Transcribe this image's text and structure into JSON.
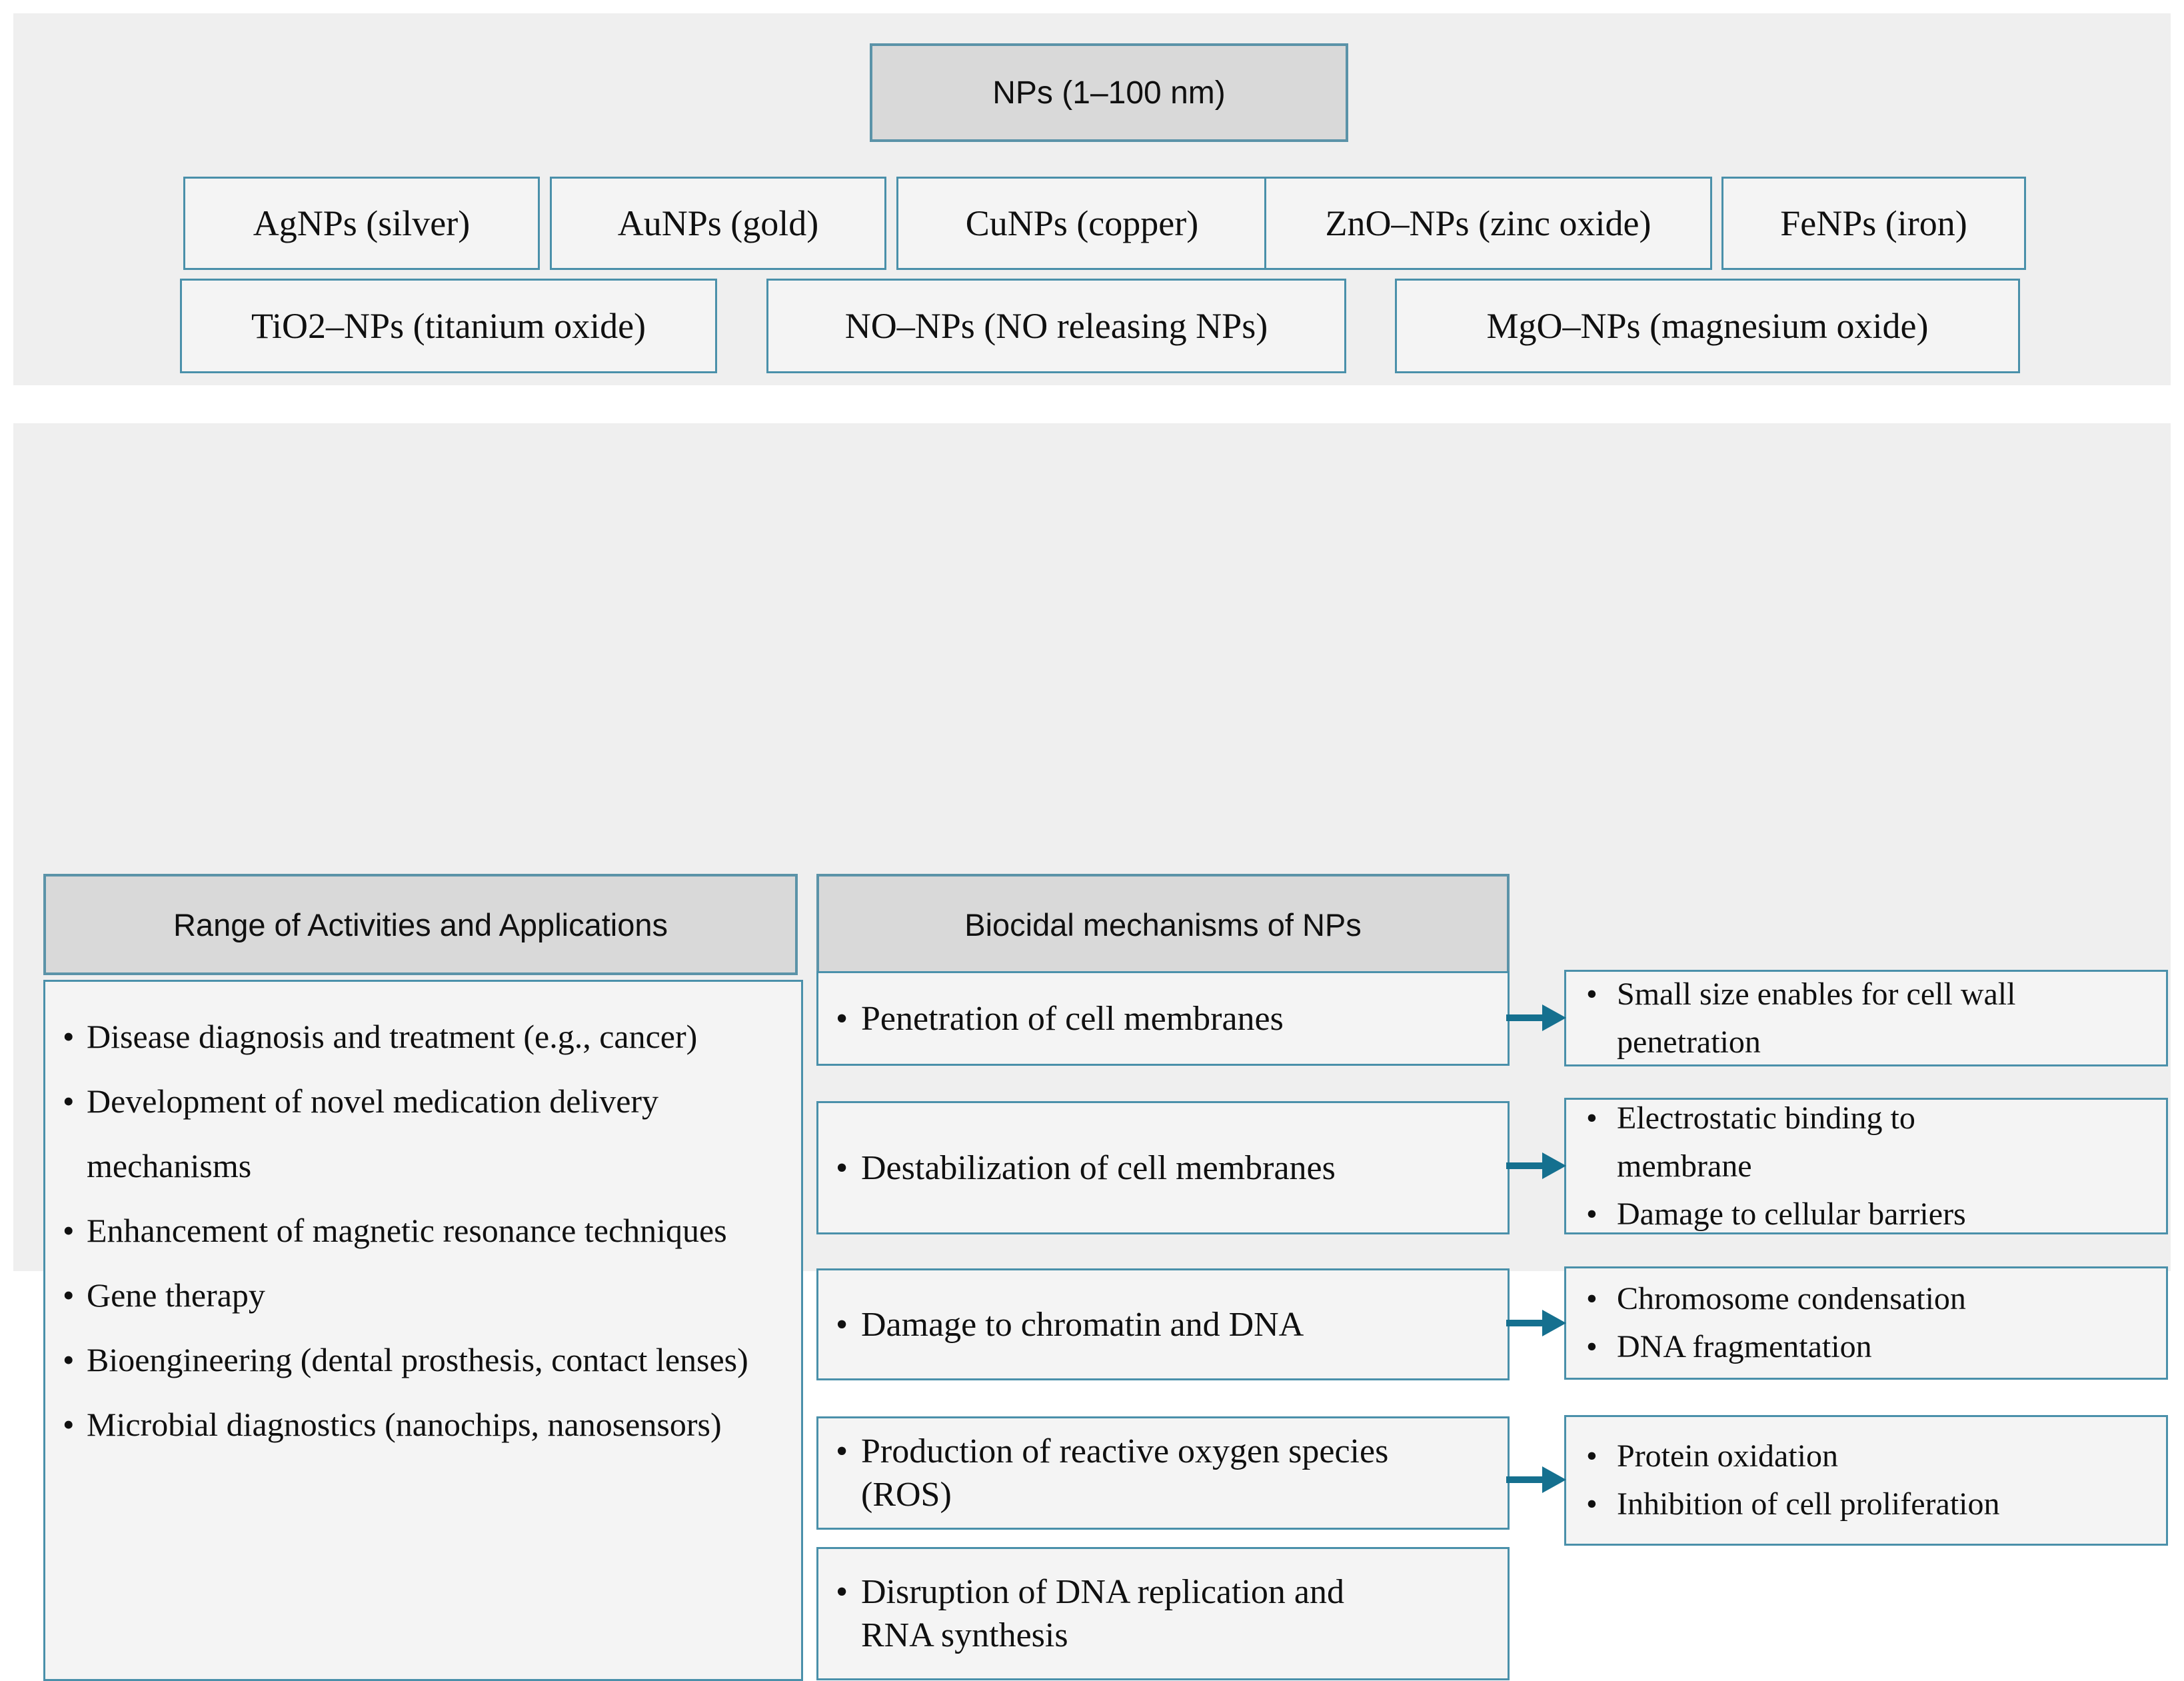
{
  "bullet": "•",
  "colors": {
    "accent_border": "#4a90aa",
    "header_border": "#5b93a8",
    "arrow": "#15708f",
    "header_fill": "#d9d9d9",
    "box_fill": "#f4f4f4",
    "panel_bg": "#efefef",
    "text": "#101010"
  },
  "top": {
    "title": "NPs (1–100 nm)",
    "row1": [
      "AgNPs (silver)",
      "AuNPs (gold)",
      "CuNPs (copper)",
      "ZnO–NPs (zinc oxide)",
      "FeNPs (iron)"
    ],
    "row2": [
      "TiO2–NPs (titanium oxide)",
      "NO–NPs (NO releasing NPs)",
      "MgO–NPs (magnesium oxide)"
    ]
  },
  "activities": {
    "header": "Range of Activities and Applications",
    "items": [
      "Disease diagnosis and treatment (e.g., cancer)",
      "Development of novel medication delivery mechanisms",
      "Enhancement of magnetic resonance techniques",
      "Gene therapy",
      "Bioengineering (dental prosthesis, contact lenses)",
      "Microbial diagnostics (nanochips, nanosensors)"
    ]
  },
  "mechanisms": {
    "header": "Biocidal mechanisms of NPs",
    "items": [
      "Penetration of cell membranes",
      "Destabilization of cell membranes",
      "Damage to chromatin and DNA",
      "Production of reactive oxygen species (ROS)",
      "Disruption of DNA replication and RNA synthesis"
    ]
  },
  "effects": {
    "boxes": [
      {
        "bullets": [
          "Small size enables for cell wall penetration"
        ]
      },
      {
        "bullets": [
          "Electrostatic binding to membrane",
          "Damage to cellular barriers"
        ]
      },
      {
        "bullets": [
          "Chromosome condensation",
          "DNA fragmentation"
        ]
      },
      {
        "bullets": [
          "Protein oxidation",
          "Inhibition of cell proliferation"
        ]
      }
    ]
  }
}
